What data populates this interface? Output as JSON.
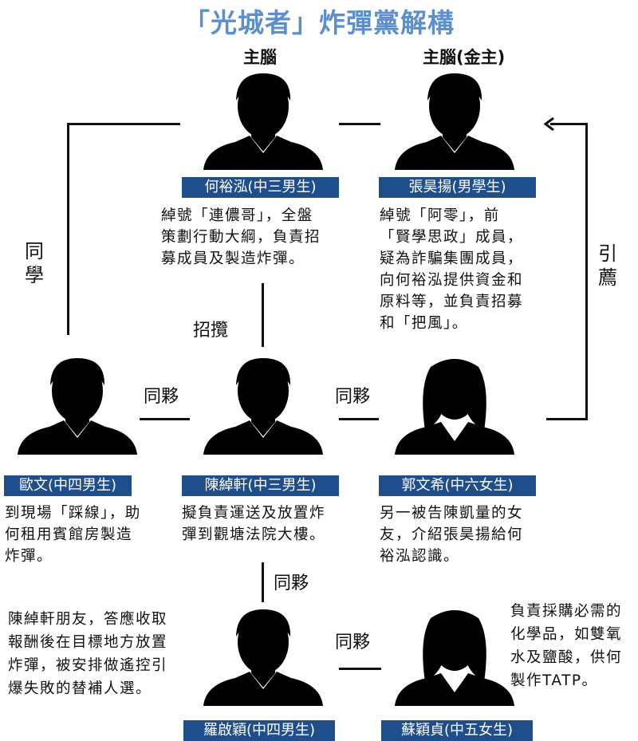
{
  "title": "「光城者」炸彈黨解構",
  "roles": {
    "mastermind": "主腦",
    "financier": "主腦(金主)"
  },
  "people": [
    {
      "name": "何裕泓(中三男生)",
      "desc": [
        "綽號「連儂哥」，全盤",
        "策劃行動大綱，負責招",
        "募成員及製造炸彈。"
      ]
    },
    {
      "name": "張昊揚(男學生)",
      "desc": [
        "綽號「阿零」，前",
        "「賢學思政」成員，",
        "疑為詐騙集團成員，",
        "向何裕泓提供資金和",
        "原料等，並負責招募",
        "和「把風」。"
      ]
    },
    {
      "name": "歐文(中四男生)",
      "desc": [
        "到現場「踩線」，助",
        "何租用賓館房製造",
        "炸彈。"
      ]
    },
    {
      "name": "陳綽軒(中三男生)",
      "desc": [
        "擬負責運送及放置炸",
        "彈到觀塘法院大樓。"
      ]
    },
    {
      "name": "郭文希(中六女生)",
      "desc": [
        "另一被告陳凱量的女",
        "友，介紹張昊揚給何",
        "裕泓認識。"
      ]
    },
    {
      "name": "羅啟穎(中四男生)",
      "desc": [
        "陳綽軒朋友，答應收取",
        "報酬後在目標地方放置",
        "炸彈，被安排做遙控引",
        "爆失敗的替補人選。"
      ]
    },
    {
      "name": "蘇穎貞(中五女生)",
      "desc": [
        "負責採購必需的",
        "化學品，如雙氧",
        "水及鹽酸，供何",
        "製作TATP。"
      ]
    }
  ],
  "relations": {
    "classmates": "同學",
    "recruit": "招攬",
    "accomplice": "同夥",
    "referral": "引薦"
  }
}
